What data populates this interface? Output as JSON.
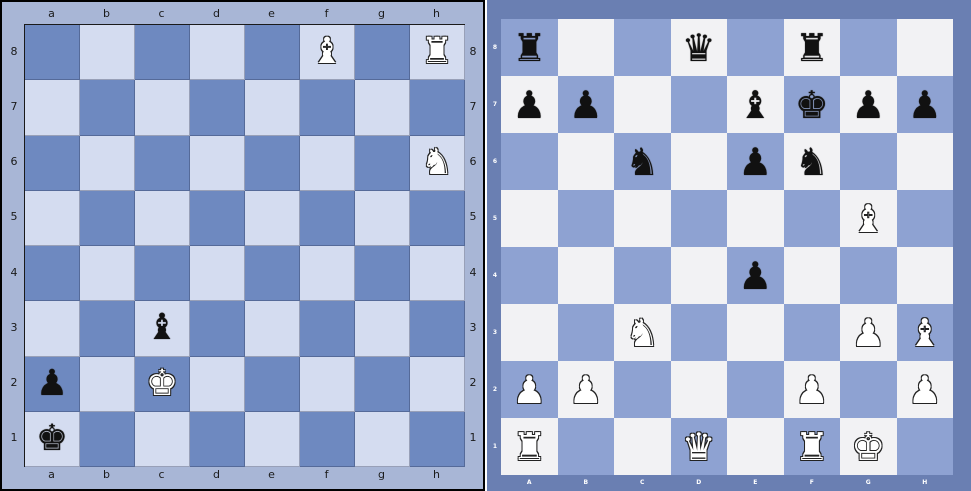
{
  "files": [
    "a",
    "b",
    "c",
    "d",
    "e",
    "f",
    "g",
    "h"
  ],
  "files_upper": [
    "A",
    "B",
    "C",
    "D",
    "E",
    "F",
    "G",
    "H"
  ],
  "ranks": [
    "1",
    "2",
    "3",
    "4",
    "5",
    "6",
    "7",
    "8"
  ],
  "glyphs": {
    "K": "♚",
    "Q": "♛",
    "R": "♜",
    "B": "♝",
    "N": "♞",
    "P": "♟"
  },
  "colors": {
    "left_light": "#d4dcf0",
    "left_dark": "#6e89c0",
    "right_light": "#f2f2f4",
    "right_dark": "#8ea2d2"
  },
  "boards": [
    {
      "id": "left",
      "pieces": [
        {
          "square": "f8",
          "type": "B",
          "color": "white",
          "name": "bishop"
        },
        {
          "square": "h8",
          "type": "R",
          "color": "white",
          "name": "rook"
        },
        {
          "square": "h6",
          "type": "N",
          "color": "white",
          "name": "knight"
        },
        {
          "square": "c3",
          "type": "B",
          "color": "black",
          "name": "bishop"
        },
        {
          "square": "a2",
          "type": "P",
          "color": "black",
          "name": "pawn"
        },
        {
          "square": "c2",
          "type": "K",
          "color": "white",
          "name": "king"
        },
        {
          "square": "a1",
          "type": "K",
          "color": "black",
          "name": "king"
        }
      ]
    },
    {
      "id": "right",
      "pieces": [
        {
          "square": "a8",
          "type": "R",
          "color": "black",
          "name": "rook"
        },
        {
          "square": "d8",
          "type": "Q",
          "color": "black",
          "name": "queen"
        },
        {
          "square": "f8",
          "type": "R",
          "color": "black",
          "name": "rook"
        },
        {
          "square": "a7",
          "type": "P",
          "color": "black",
          "name": "pawn"
        },
        {
          "square": "b7",
          "type": "P",
          "color": "black",
          "name": "pawn"
        },
        {
          "square": "e7",
          "type": "B",
          "color": "black",
          "name": "bishop"
        },
        {
          "square": "f7",
          "type": "K",
          "color": "black",
          "name": "king"
        },
        {
          "square": "g7",
          "type": "P",
          "color": "black",
          "name": "pawn"
        },
        {
          "square": "h7",
          "type": "P",
          "color": "black",
          "name": "pawn"
        },
        {
          "square": "c6",
          "type": "N",
          "color": "black",
          "name": "knight"
        },
        {
          "square": "e6",
          "type": "P",
          "color": "black",
          "name": "pawn"
        },
        {
          "square": "f6",
          "type": "N",
          "color": "black",
          "name": "knight"
        },
        {
          "square": "g5",
          "type": "B",
          "color": "white",
          "name": "bishop"
        },
        {
          "square": "e4",
          "type": "P",
          "color": "black",
          "name": "pawn"
        },
        {
          "square": "c3",
          "type": "N",
          "color": "white",
          "name": "knight"
        },
        {
          "square": "g3",
          "type": "P",
          "color": "white",
          "name": "pawn"
        },
        {
          "square": "h3",
          "type": "B",
          "color": "white",
          "name": "bishop"
        },
        {
          "square": "a2",
          "type": "P",
          "color": "white",
          "name": "pawn"
        },
        {
          "square": "b2",
          "type": "P",
          "color": "white",
          "name": "pawn"
        },
        {
          "square": "f2",
          "type": "P",
          "color": "white",
          "name": "pawn"
        },
        {
          "square": "h2",
          "type": "P",
          "color": "white",
          "name": "pawn"
        },
        {
          "square": "a1",
          "type": "R",
          "color": "white",
          "name": "rook"
        },
        {
          "square": "d1",
          "type": "Q",
          "color": "white",
          "name": "queen"
        },
        {
          "square": "f1",
          "type": "R",
          "color": "white",
          "name": "rook"
        },
        {
          "square": "g1",
          "type": "K",
          "color": "white",
          "name": "king"
        }
      ]
    }
  ]
}
